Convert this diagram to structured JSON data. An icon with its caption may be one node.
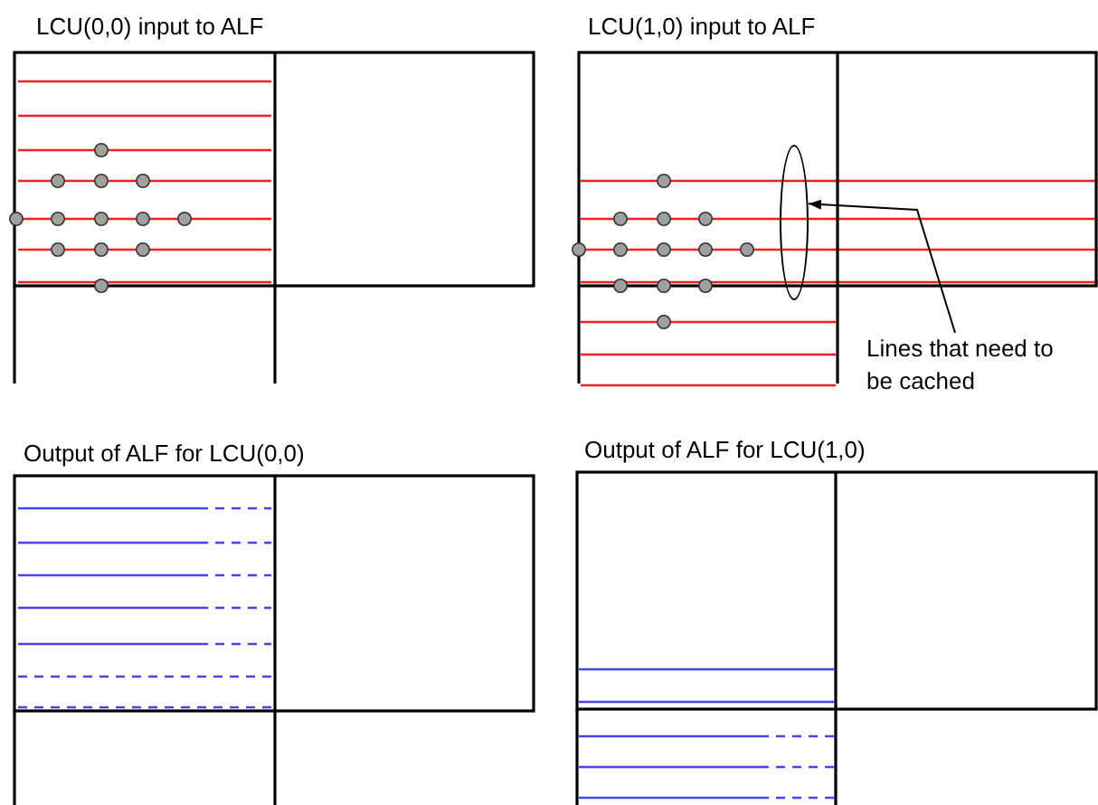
{
  "diagram": {
    "nodes": [
      {
        "text": [
          "Lines that need to be cached"
        ]
      },
      {
        "text": [],
        "shape": "ellipse"
      }
    ],
    "edges": [
      {
        "from": 0,
        "to": 1,
        "arrow": "to"
      }
    ],
    "labels": [
      "LCU(0,0) input to ALF",
      "LCU(1,0) input to ALF",
      "Output of ALF for LCU(0,0)",
      "Output of ALF for LCU(1,0)"
    ]
  }
}
